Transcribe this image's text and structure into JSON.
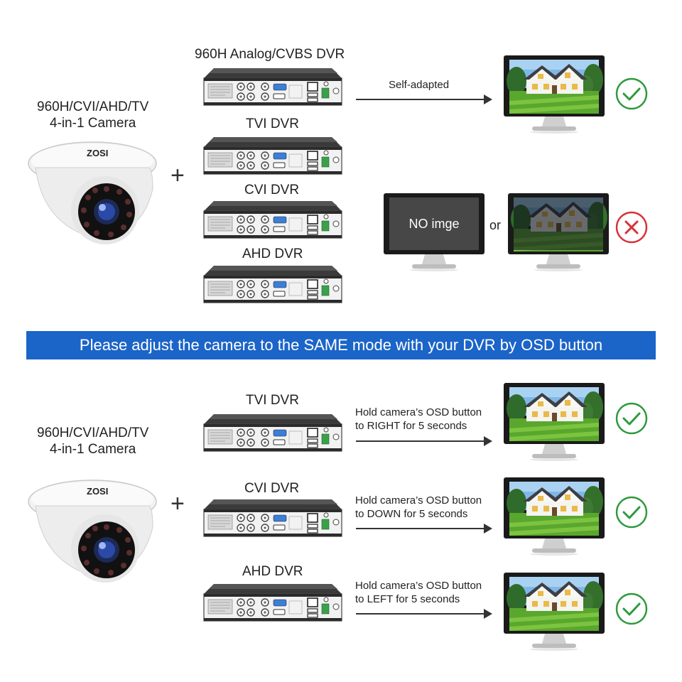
{
  "top": {
    "camera_label_line1": "960H/CVI/AHD/TV",
    "camera_label_line2": "4-in-1 Camera",
    "camera_brand": "ZOSI",
    "plus": "+",
    "dvr_labels": [
      "960H Analog/CVBS DVR",
      "TVI DVR",
      "CVI DVR",
      "AHD DVR"
    ],
    "self_adapted": "Self-adapted",
    "no_image": "NO imge",
    "or": "or",
    "status": [
      "check-icon",
      "cross-icon"
    ]
  },
  "banner": {
    "text": "Please adjust the camera to the SAME mode with your DVR by OSD button"
  },
  "bottom": {
    "camera_label_line1": "960H/CVI/AHD/TV",
    "camera_label_line2": "4-in-1 Camera",
    "camera_brand": "ZOSI",
    "plus": "+",
    "rows": [
      {
        "dvr": "TVI DVR",
        "line1": "Hold camera’s OSD button",
        "line2": "to RIGHT for 5 seconds"
      },
      {
        "dvr": "CVI DVR",
        "line1": "Hold camera’s OSD button",
        "line2": "to DOWN for 5 seconds"
      },
      {
        "dvr": "AHD DVR",
        "line1": "Hold camera’s OSD button",
        "line2": "to LEFT for 5 seconds"
      }
    ]
  },
  "colors": {
    "banner": "#1b64c8",
    "ok": "#2e9a3e",
    "error": "#d6333a",
    "dvr_body": "#2b2b2b"
  }
}
